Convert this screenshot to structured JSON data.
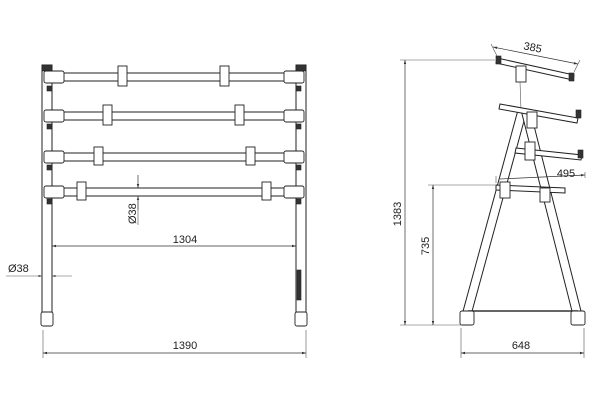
{
  "dimensions": {
    "overall_width": "1390",
    "inner_width": "1304",
    "tube_diameter_front": "Ø38",
    "tube_diameter_side": "Ø38",
    "top_tier_depth": "385",
    "lower_tier_depth": "495",
    "overall_height": "1383",
    "bottom_tier_height": "735",
    "base_depth": "648"
  },
  "colors": {
    "line": "#222222",
    "background": "#ffffff"
  }
}
